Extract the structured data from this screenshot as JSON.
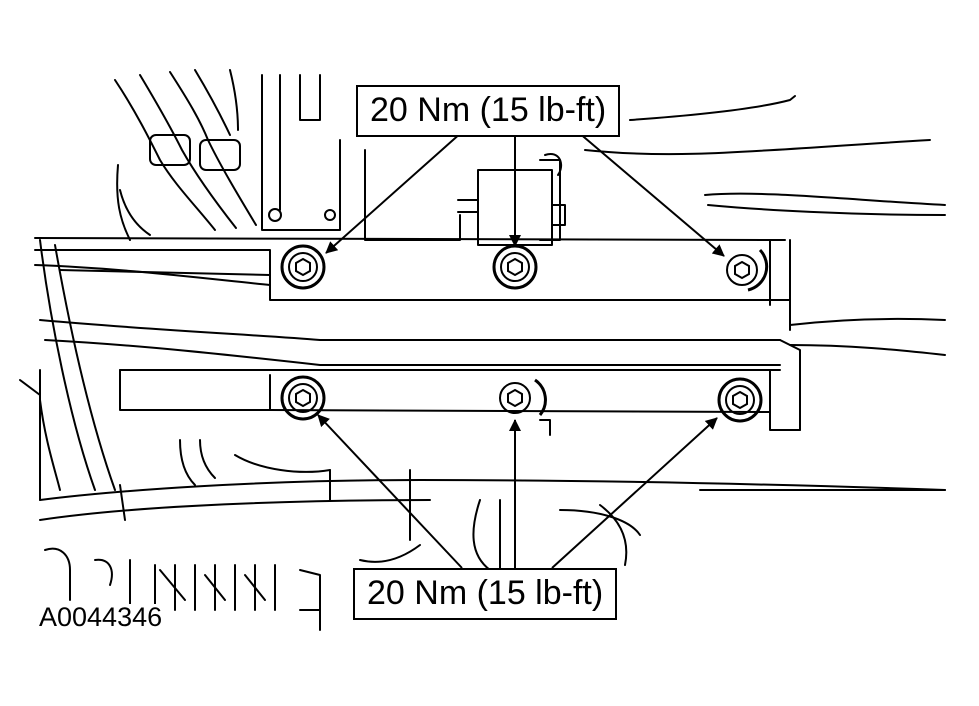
{
  "callouts": {
    "top_label": "20 Nm (15 lb-ft)",
    "bottom_label": "20 Nm (15 lb-ft)"
  },
  "figure_id": "A0044346",
  "colors": {
    "line": "#000000",
    "background": "#ffffff"
  }
}
